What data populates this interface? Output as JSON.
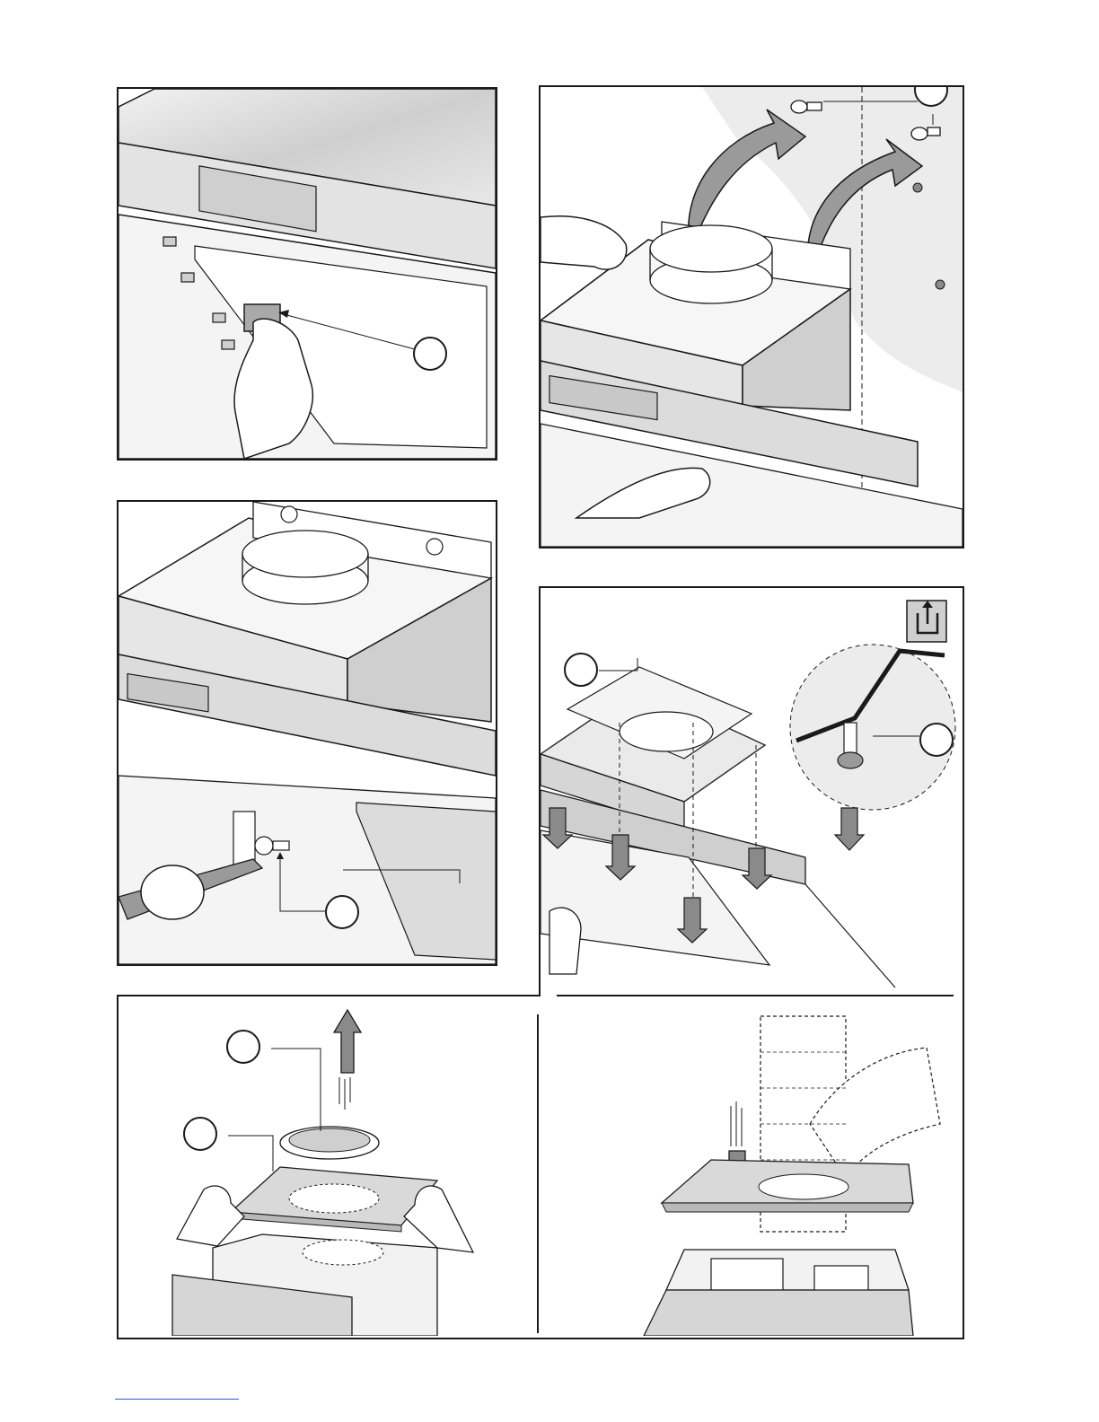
{
  "document": {
    "type": "installation-diagram",
    "panels": [
      {
        "id": "panel-1",
        "subject": "hand-removing-grease-filter"
      },
      {
        "id": "panel-2",
        "subject": "unscrewing-mounting-screws-wall"
      },
      {
        "id": "panel-3",
        "subject": "screwdriver-removing-screws"
      },
      {
        "id": "panel-4",
        "subject": "fitting-ceiling-plate-with-screws"
      },
      {
        "id": "panel-5",
        "subject": "lifting-filter-and-plate"
      },
      {
        "id": "panel-6",
        "subject": "connecting-ducting"
      }
    ],
    "icons": {
      "ducting-mode": "ducting-out-icon"
    },
    "colors": {
      "line": "#1a1a1a",
      "steel": "#d9d9d9",
      "steel_dark": "#9a9a9a",
      "arrow_gray": "#7a7a7a",
      "wall": "#ececec",
      "footer_link": "#3355cc"
    }
  }
}
